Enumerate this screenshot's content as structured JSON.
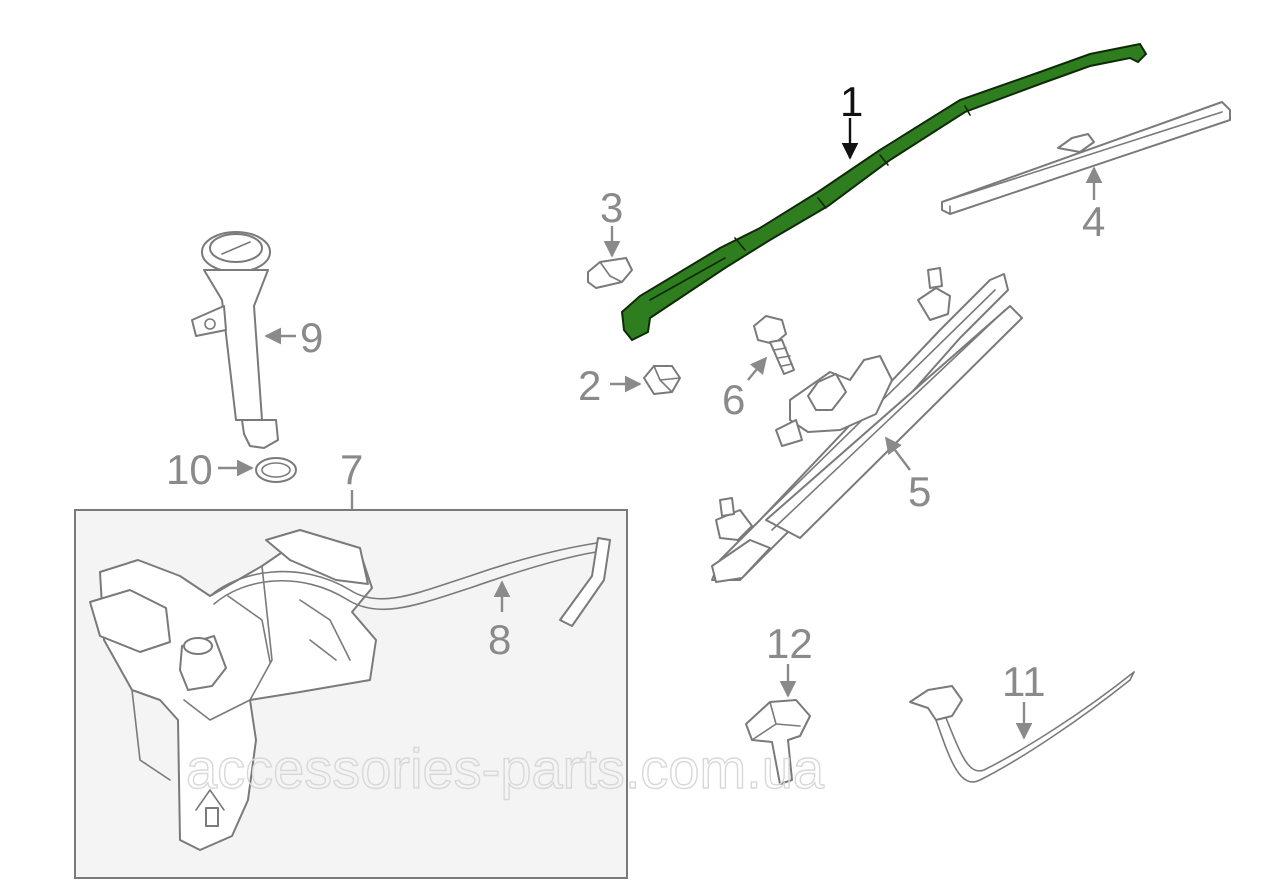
{
  "callouts": {
    "c1": "1",
    "c2": "2",
    "c3": "3",
    "c4": "4",
    "c5": "5",
    "c6": "6",
    "c7": "7",
    "c8": "8",
    "c9": "9",
    "c10": "10",
    "c11": "11",
    "c12": "12"
  },
  "watermark": "accessories-parts.com.ua",
  "colors": {
    "highlight_fill": "#2e7d1e",
    "highlight_stroke": "#0f2a08",
    "line": "#7a7a7a",
    "label": "#8a8a8a",
    "box_fill": "#f4f4f4"
  }
}
